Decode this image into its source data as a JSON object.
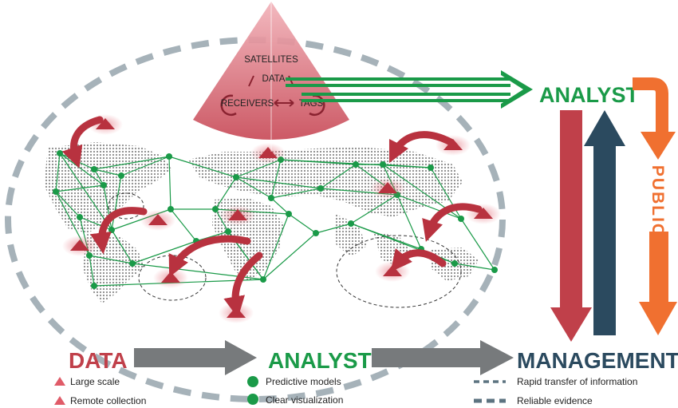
{
  "pyramid": {
    "satellites": "SATELLITES",
    "data": "DATA",
    "receivers": "RECEIVERS",
    "tags": "TAGS"
  },
  "right_panel": {
    "analyst": "ANALYST",
    "public": "PUBLIC"
  },
  "bottom_flow": {
    "data": "DATA",
    "analyst": "ANALYST",
    "management": "MANAGEMENT"
  },
  "legend": {
    "large_scale": "Large scale",
    "remote_collection": "Remote collection",
    "predictive_models": "Predictive models",
    "clear_visualization": "Clear visualization",
    "rapid_transfer": "Rapid transfer of information",
    "reliable_evidence": "Reliable evidence"
  },
  "colors": {
    "red": "#c0404a",
    "pink": "#e07a85",
    "green": "#1a9a48",
    "navy": "#2b4a5f",
    "orange": "#f07030",
    "gray": "#777a7c",
    "dashed": "#5c7380"
  }
}
